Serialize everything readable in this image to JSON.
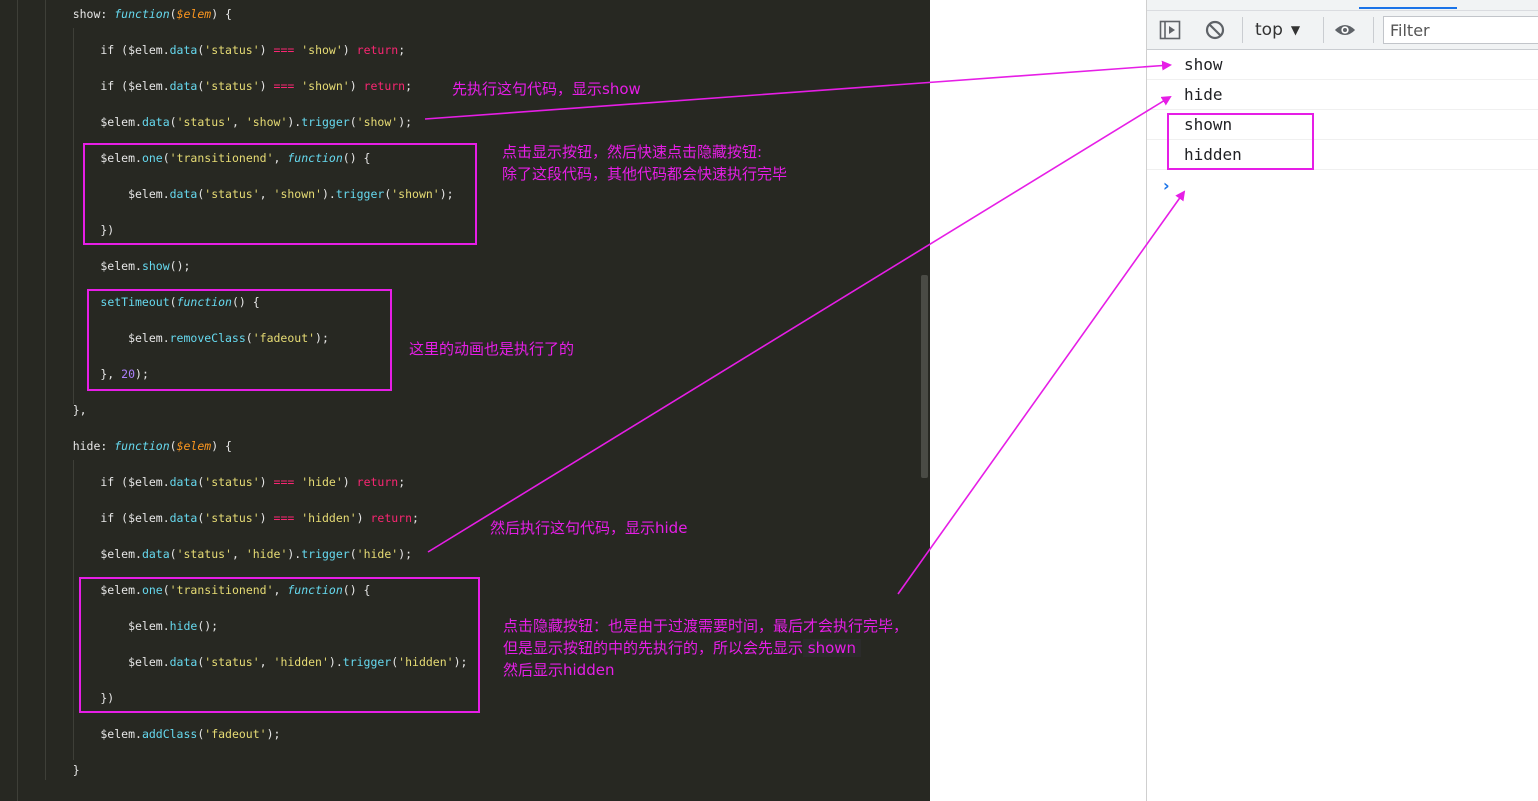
{
  "code_lines": [
    [
      {
        "t": "    show: ",
        "c": ""
      },
      {
        "t": "function",
        "c": "fn"
      },
      {
        "t": "(",
        "c": ""
      },
      {
        "t": "$elem",
        "c": "p"
      },
      {
        "t": ") {",
        "c": ""
      }
    ],
    [
      {
        "t": "        if ($elem.",
        "c": ""
      },
      {
        "t": "data",
        "c": "f"
      },
      {
        "t": "(",
        "c": ""
      },
      {
        "t": "'status'",
        "c": "s"
      },
      {
        "t": ") ",
        "c": ""
      },
      {
        "t": "===",
        "c": "k"
      },
      {
        "t": " ",
        "c": ""
      },
      {
        "t": "'show'",
        "c": "s"
      },
      {
        "t": ") ",
        "c": ""
      },
      {
        "t": "return",
        "c": "k"
      },
      {
        "t": ";",
        "c": ""
      }
    ],
    [
      {
        "t": "        if ($elem.",
        "c": ""
      },
      {
        "t": "data",
        "c": "f"
      },
      {
        "t": "(",
        "c": ""
      },
      {
        "t": "'status'",
        "c": "s"
      },
      {
        "t": ") ",
        "c": ""
      },
      {
        "t": "===",
        "c": "k"
      },
      {
        "t": " ",
        "c": ""
      },
      {
        "t": "'shown'",
        "c": "s"
      },
      {
        "t": ") ",
        "c": ""
      },
      {
        "t": "return",
        "c": "k"
      },
      {
        "t": ";",
        "c": ""
      }
    ],
    [
      {
        "t": "        $elem.",
        "c": ""
      },
      {
        "t": "data",
        "c": "f"
      },
      {
        "t": "(",
        "c": ""
      },
      {
        "t": "'status'",
        "c": "s"
      },
      {
        "t": ", ",
        "c": ""
      },
      {
        "t": "'show'",
        "c": "s"
      },
      {
        "t": ").",
        "c": ""
      },
      {
        "t": "trigger",
        "c": "f"
      },
      {
        "t": "(",
        "c": ""
      },
      {
        "t": "'show'",
        "c": "s"
      },
      {
        "t": ");",
        "c": ""
      }
    ],
    [
      {
        "t": "        $elem.",
        "c": ""
      },
      {
        "t": "one",
        "c": "f"
      },
      {
        "t": "(",
        "c": ""
      },
      {
        "t": "'transitionend'",
        "c": "s"
      },
      {
        "t": ", ",
        "c": ""
      },
      {
        "t": "function",
        "c": "fn"
      },
      {
        "t": "() {",
        "c": ""
      }
    ],
    [
      {
        "t": "            $elem.",
        "c": ""
      },
      {
        "t": "data",
        "c": "f"
      },
      {
        "t": "(",
        "c": ""
      },
      {
        "t": "'status'",
        "c": "s"
      },
      {
        "t": ", ",
        "c": ""
      },
      {
        "t": "'shown'",
        "c": "s"
      },
      {
        "t": ").",
        "c": ""
      },
      {
        "t": "trigger",
        "c": "f"
      },
      {
        "t": "(",
        "c": ""
      },
      {
        "t": "'shown'",
        "c": "s"
      },
      {
        "t": ");",
        "c": ""
      }
    ],
    [
      {
        "t": "        })",
        "c": ""
      }
    ],
    [
      {
        "t": "        $elem.",
        "c": ""
      },
      {
        "t": "show",
        "c": "f"
      },
      {
        "t": "();",
        "c": ""
      }
    ],
    [
      {
        "t": "        ",
        "c": ""
      },
      {
        "t": "setTimeout",
        "c": "f"
      },
      {
        "t": "(",
        "c": ""
      },
      {
        "t": "function",
        "c": "fn"
      },
      {
        "t": "() {",
        "c": ""
      }
    ],
    [
      {
        "t": "            $elem.",
        "c": ""
      },
      {
        "t": "removeClass",
        "c": "f"
      },
      {
        "t": "(",
        "c": ""
      },
      {
        "t": "'fadeout'",
        "c": "s"
      },
      {
        "t": ");",
        "c": ""
      }
    ],
    [
      {
        "t": "        }, ",
        "c": ""
      },
      {
        "t": "20",
        "c": "n"
      },
      {
        "t": ");",
        "c": ""
      }
    ],
    [
      {
        "t": "    },",
        "c": ""
      }
    ],
    [
      {
        "t": "    hide: ",
        "c": ""
      },
      {
        "t": "function",
        "c": "fn"
      },
      {
        "t": "(",
        "c": ""
      },
      {
        "t": "$elem",
        "c": "p"
      },
      {
        "t": ") {",
        "c": ""
      }
    ],
    [
      {
        "t": "        if ($elem.",
        "c": ""
      },
      {
        "t": "data",
        "c": "f"
      },
      {
        "t": "(",
        "c": ""
      },
      {
        "t": "'status'",
        "c": "s"
      },
      {
        "t": ") ",
        "c": ""
      },
      {
        "t": "===",
        "c": "k"
      },
      {
        "t": " ",
        "c": ""
      },
      {
        "t": "'hide'",
        "c": "s"
      },
      {
        "t": ") ",
        "c": ""
      },
      {
        "t": "return",
        "c": "k"
      },
      {
        "t": ";",
        "c": ""
      }
    ],
    [
      {
        "t": "        if ($elem.",
        "c": ""
      },
      {
        "t": "data",
        "c": "f"
      },
      {
        "t": "(",
        "c": ""
      },
      {
        "t": "'status'",
        "c": "s"
      },
      {
        "t": ") ",
        "c": ""
      },
      {
        "t": "===",
        "c": "k"
      },
      {
        "t": " ",
        "c": ""
      },
      {
        "t": "'hidden'",
        "c": "s"
      },
      {
        "t": ") ",
        "c": ""
      },
      {
        "t": "return",
        "c": "k"
      },
      {
        "t": ";",
        "c": ""
      }
    ],
    [
      {
        "t": "        $elem.",
        "c": ""
      },
      {
        "t": "data",
        "c": "f"
      },
      {
        "t": "(",
        "c": ""
      },
      {
        "t": "'status'",
        "c": "s"
      },
      {
        "t": ", ",
        "c": ""
      },
      {
        "t": "'hide'",
        "c": "s"
      },
      {
        "t": ").",
        "c": ""
      },
      {
        "t": "trigger",
        "c": "f"
      },
      {
        "t": "(",
        "c": ""
      },
      {
        "t": "'hide'",
        "c": "s"
      },
      {
        "t": ");",
        "c": ""
      }
    ],
    [
      {
        "t": "        $elem.",
        "c": ""
      },
      {
        "t": "one",
        "c": "f"
      },
      {
        "t": "(",
        "c": ""
      },
      {
        "t": "'transitionend'",
        "c": "s"
      },
      {
        "t": ", ",
        "c": ""
      },
      {
        "t": "function",
        "c": "fn"
      },
      {
        "t": "() {",
        "c": ""
      }
    ],
    [
      {
        "t": "            $elem.",
        "c": ""
      },
      {
        "t": "hide",
        "c": "f"
      },
      {
        "t": "();",
        "c": ""
      }
    ],
    [
      {
        "t": "            $elem.",
        "c": ""
      },
      {
        "t": "data",
        "c": "f"
      },
      {
        "t": "(",
        "c": ""
      },
      {
        "t": "'status'",
        "c": "s"
      },
      {
        "t": ", ",
        "c": ""
      },
      {
        "t": "'hidden'",
        "c": "s"
      },
      {
        "t": ").",
        "c": ""
      },
      {
        "t": "trigger",
        "c": "f"
      },
      {
        "t": "(",
        "c": ""
      },
      {
        "t": "'hidden'",
        "c": "s"
      },
      {
        "t": ");",
        "c": ""
      }
    ],
    [
      {
        "t": "        })",
        "c": ""
      }
    ],
    [
      {
        "t": "        $elem.",
        "c": ""
      },
      {
        "t": "addClass",
        "c": "f"
      },
      {
        "t": "(",
        "c": ""
      },
      {
        "t": "'fadeout'",
        "c": "s"
      },
      {
        "t": ");",
        "c": ""
      }
    ],
    [
      {
        "t": "    }",
        "c": ""
      }
    ]
  ],
  "colors": {
    "annotation": "#e61ee6",
    "editor_bg": "#272822",
    "keyword": "#f92672",
    "string": "#e6db74",
    "function": "#66d9ef",
    "param": "#fd971f",
    "number": "#ae81ff"
  },
  "devtools": {
    "toolbar": {
      "sidebar_icon": "sidebar-toggle-icon",
      "clear_icon": "block-icon",
      "context": "top",
      "context_arrow": "▼",
      "eye_icon": "eye-icon",
      "filter_placeholder": "Filter"
    },
    "logs": [
      "show",
      "hide",
      "shown",
      "hidden"
    ],
    "prompt": "›"
  },
  "annotations": {
    "a1": "先执行这句代码，显示show",
    "a2_line1": "点击显示按钮，然后快速点击隐藏按钮:",
    "a2_line2": "除了这段代码，其他代码都会快速执行完毕",
    "a3": "这里的动画也是执行了的",
    "a4": "然后执行这句代码，显示hide",
    "a5_line1": "点击隐藏按钮：也是由于过渡需要时间，最后才会执行完毕，",
    "a5_line2_prefix": "但是显示按钮的中的先执行的，所以会先显示",
    "a5_line2_highlight": " shown ",
    "a5_line3": "然后显示hidden"
  }
}
